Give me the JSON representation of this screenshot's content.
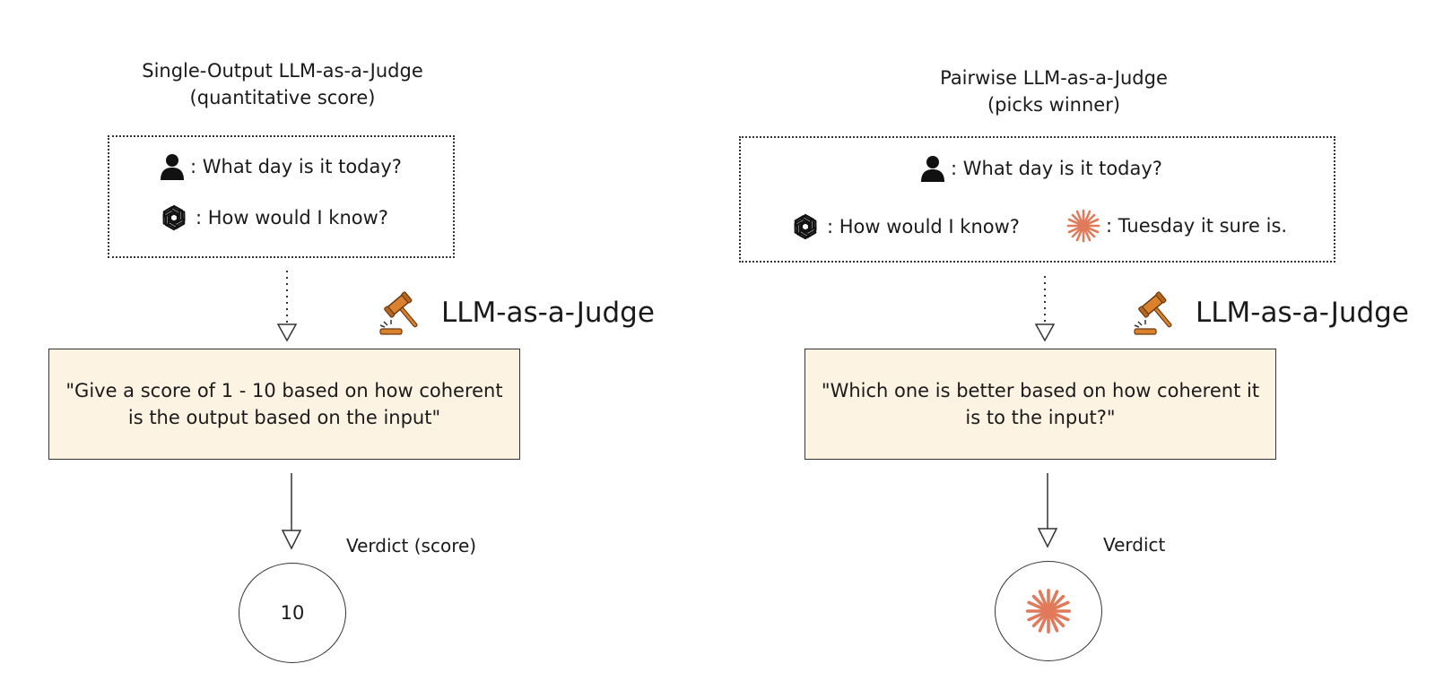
{
  "left": {
    "title_line1": "Single-Output LLM-as-a-Judge",
    "title_line2": "(quantitative score)",
    "input": {
      "user_message": ": What day is it today?",
      "model_a_response": ": How would I know?"
    },
    "judge_label": "LLM-as-a-Judge",
    "prompt": "\"Give a score of 1 - 10 based on how coherent is the output based on the input\"",
    "verdict_label": "Verdict (score)",
    "verdict_value": "10"
  },
  "right": {
    "title_line1": "Pairwise LLM-as-a-Judge",
    "title_line2": "(picks winner)",
    "input": {
      "user_message": ": What day is it today?",
      "model_a_response": ": How would I know?",
      "model_b_response": ": Tuesday it sure is."
    },
    "judge_label": "LLM-as-a-Judge",
    "prompt": "\"Which one is better based on how coherent it is to the input?\"",
    "verdict_label": "Verdict",
    "verdict_icon": "claude-starburst-icon"
  },
  "icons": {
    "user": "person-icon",
    "model_a": "openai-logo-icon",
    "model_b": "claude-starburst-icon",
    "judge": "gavel-icon"
  },
  "colors": {
    "prompt_fill": "#fdf3e3",
    "claude_accent": "#e07a5a",
    "gavel_orange": "#d9822b"
  }
}
